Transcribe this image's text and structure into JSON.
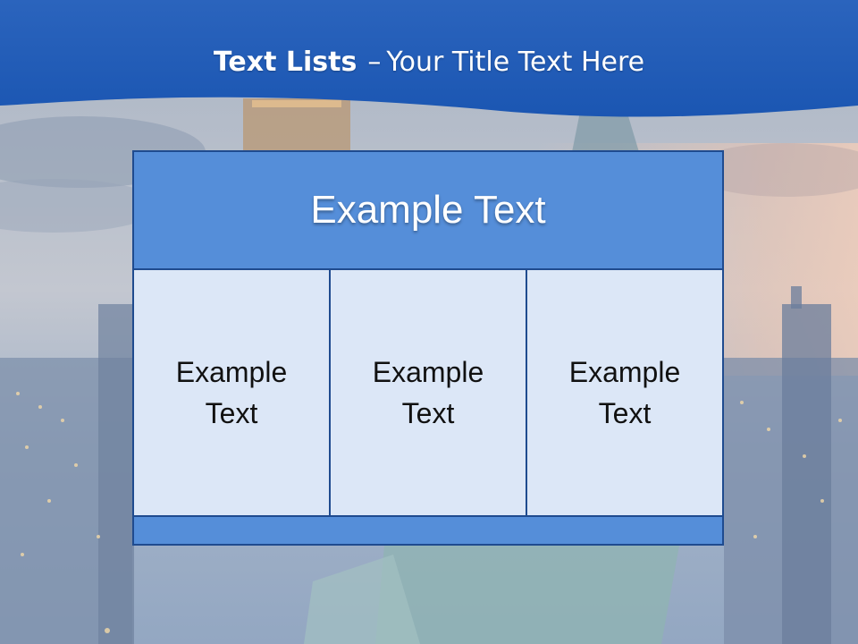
{
  "title": {
    "bold": "Text Lists",
    "separator": "–",
    "rest": "Your Title Text Here"
  },
  "diagram": {
    "header": "Example Text",
    "columns": [
      {
        "text": "Example\nText"
      },
      {
        "text": "Example\nText"
      },
      {
        "text": "Example\nText"
      }
    ]
  },
  "colors": {
    "banner": "#1f5ab5",
    "header_fill": "#558ed9",
    "cell_fill": "#dce7f7",
    "border": "#1f4b8f"
  }
}
